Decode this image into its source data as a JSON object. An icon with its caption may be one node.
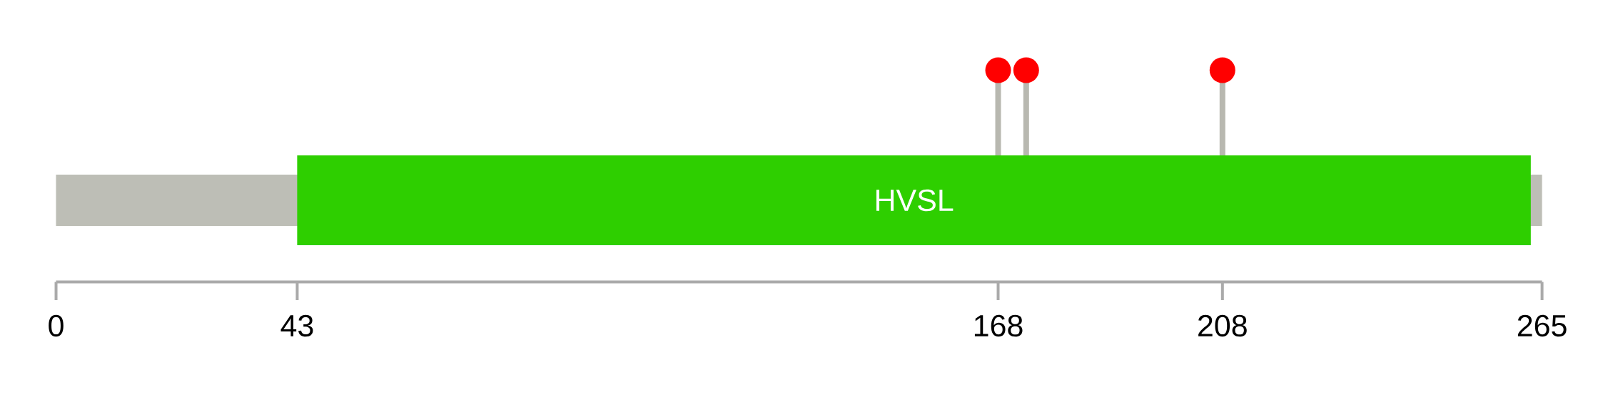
{
  "diagram": {
    "nodes": [
      {
        "text": [],
        "shape": "bar"
      },
      {
        "text": [
          "HVSL"
        ]
      }
    ],
    "labels": [
      "0",
      "43",
      "168",
      "208",
      "265"
    ]
  }
}
